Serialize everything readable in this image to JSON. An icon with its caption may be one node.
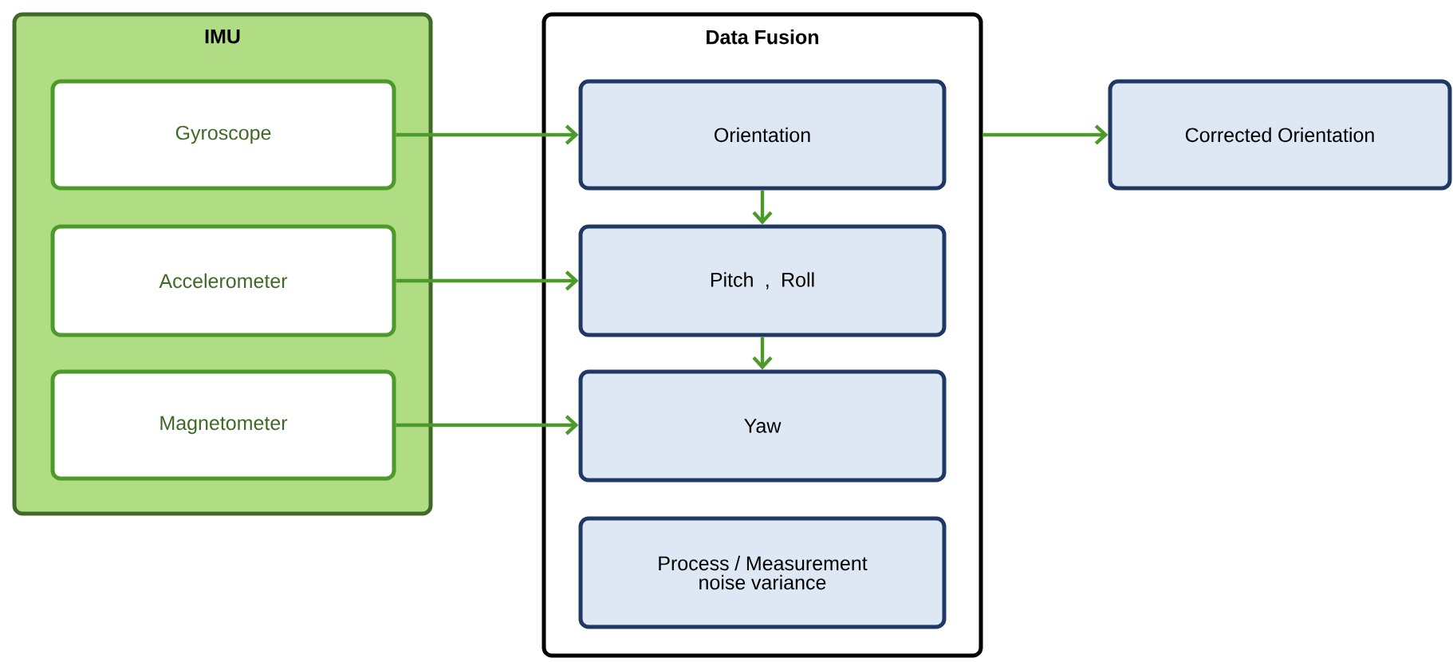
{
  "diagram": {
    "nodes": [
      {
        "text": [
          "IMU"
        ]
      },
      {
        "text": [
          "Gyroscope"
        ],
        "in": 0
      },
      {
        "text": [
          "Accelerometer"
        ],
        "in": 0
      },
      {
        "text": [
          "Magnetometer"
        ],
        "in": 0
      },
      {
        "text": [
          "Data Fusion"
        ]
      },
      {
        "text": [
          "Orientation"
        ],
        "in": 4
      },
      {
        "text": [
          "Pitch  ,  Roll"
        ],
        "in": 4
      },
      {
        "text": [
          "Yaw"
        ],
        "in": 4
      },
      {
        "text": [
          "Process / Measurement noise variance"
        ],
        "in": 4
      },
      {
        "text": [
          "Corrected Orientation"
        ]
      }
    ],
    "edges": [
      {
        "from": 1,
        "to": 5,
        "arrow": "to"
      },
      {
        "from": 2,
        "to": 6,
        "arrow": "to"
      },
      {
        "from": 3,
        "to": 7,
        "arrow": "to"
      },
      {
        "from": 5,
        "to": 6,
        "arrow": "to"
      },
      {
        "from": 6,
        "to": 7,
        "arrow": "to"
      },
      {
        "from": 4,
        "to": 9,
        "arrow": "to"
      }
    ]
  }
}
